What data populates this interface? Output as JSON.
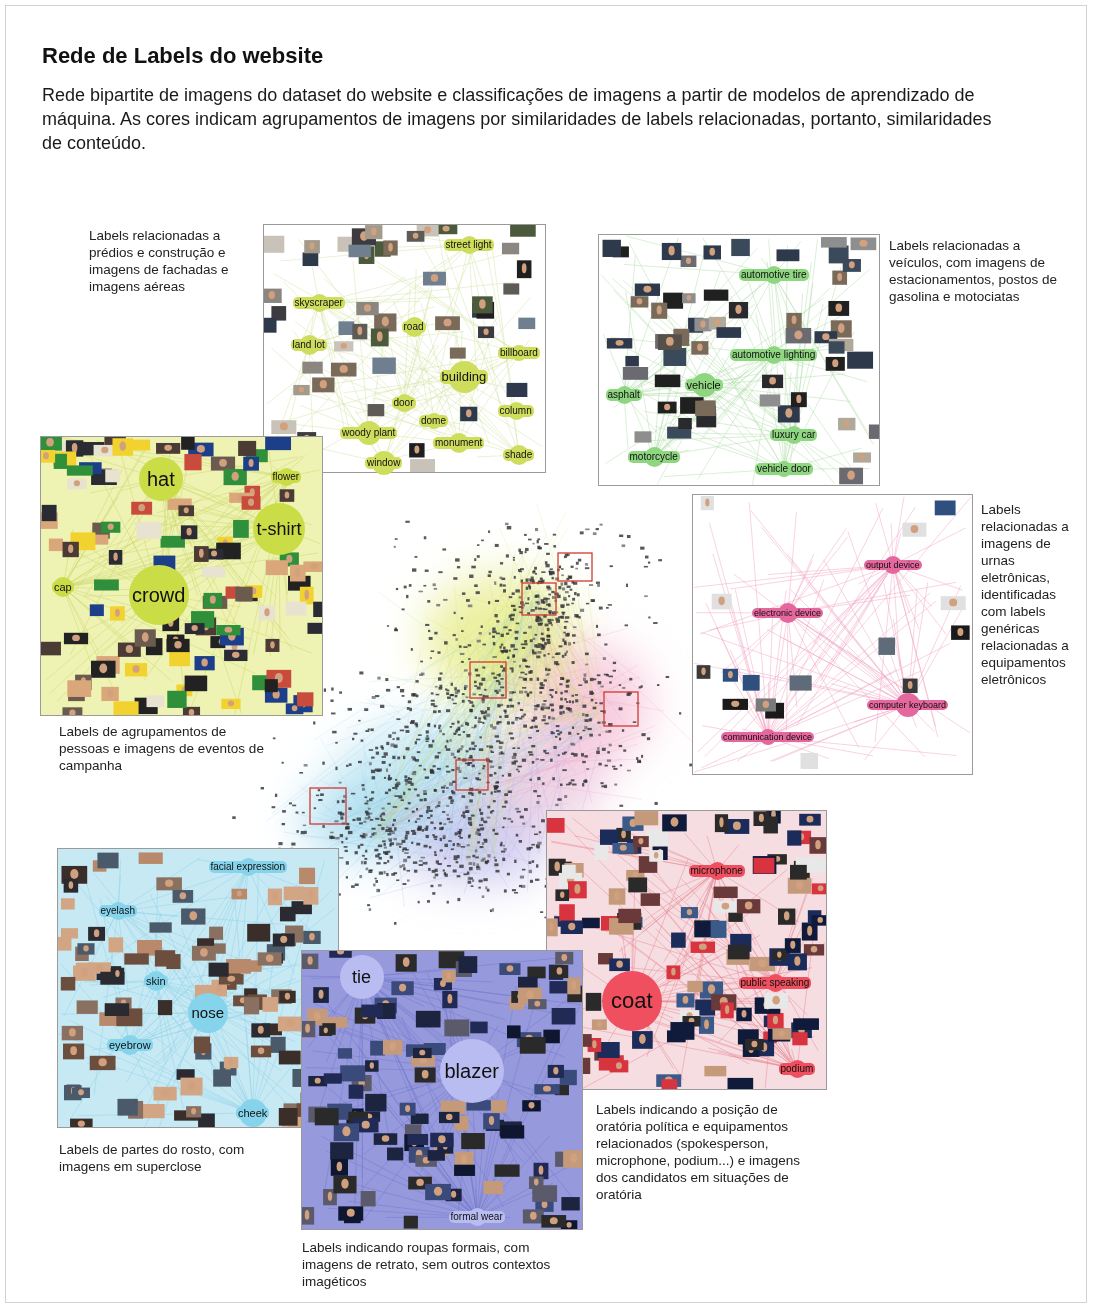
{
  "diagram": {
    "title": "Rede de Labels do website",
    "caption": "Rede bipartite de imagens do dataset do website e classificações de imagens a partir de modelos de aprendizado de máquina. As cores indicam agrupamentos de imagens por similaridades de labels relacionadas, portanto, similaridades de conteúdo.",
    "nodes": [
      {
        "text": [
          "Labels relacionadas a prédios e construção e imagens de fachadas e imagens aéreas"
        ]
      },
      {
        "text": [
          "street light"
        ],
        "in": 0
      },
      {
        "text": [
          "skyscraper"
        ],
        "in": 0
      },
      {
        "text": [
          "land lot"
        ],
        "in": 0
      },
      {
        "text": [
          "road"
        ],
        "in": 0
      },
      {
        "text": [
          "building"
        ],
        "in": 0
      },
      {
        "text": [
          "billboard"
        ],
        "in": 0
      },
      {
        "text": [
          "door"
        ],
        "in": 0
      },
      {
        "text": [
          "woody plant"
        ],
        "in": 0
      },
      {
        "text": [
          "dome"
        ],
        "in": 0
      },
      {
        "text": [
          "monument"
        ],
        "in": 0
      },
      {
        "text": [
          "column"
        ],
        "in": 0
      },
      {
        "text": [
          "window"
        ],
        "in": 0
      },
      {
        "text": [
          "shade"
        ],
        "in": 0
      },
      {
        "text": [
          "Labels relacionadas a veículos, com imagens de estacionamentos, postos de gasolina e motociatas"
        ]
      },
      {
        "text": [
          "automotive tire"
        ],
        "in": 14
      },
      {
        "text": [
          "automotive lighting"
        ],
        "in": 14
      },
      {
        "text": [
          "vehicle"
        ],
        "in": 14
      },
      {
        "text": [
          "asphalt"
        ],
        "in": 14
      },
      {
        "text": [
          "luxury car"
        ],
        "in": 14
      },
      {
        "text": [
          "motorcycle"
        ],
        "in": 14
      },
      {
        "text": [
          "vehicle door"
        ],
        "in": 14
      },
      {
        "text": [
          "Labels de agrupamentos de pessoas e imagens de eventos de campanha"
        ]
      },
      {
        "text": [
          "hat"
        ],
        "in": 22
      },
      {
        "text": [
          "flower"
        ],
        "in": 22
      },
      {
        "text": [
          "t-shirt"
        ],
        "in": 22
      },
      {
        "text": [
          "cap"
        ],
        "in": 22
      },
      {
        "text": [
          "crowd"
        ],
        "in": 22
      },
      {
        "text": [
          "Labels relacionadas a imagens de urnas eletrônicas, identificadas com labels genéricas relacionadas a equipamentos eletrônicos"
        ]
      },
      {
        "text": [
          "output device"
        ],
        "in": 28
      },
      {
        "text": [
          "electronic device"
        ],
        "in": 28
      },
      {
        "text": [
          "computer keyboard"
        ],
        "in": 28
      },
      {
        "text": [
          "communication device"
        ],
        "in": 28
      },
      {
        "text": [
          "Labels indicando a posição de oratória política e equipamentos relacionados (spokesperson, microphone, podium...) e imagens dos candidatos em situações de oratória"
        ]
      },
      {
        "text": [
          "microphone"
        ],
        "in": 33
      },
      {
        "text": [
          "public speaking"
        ],
        "in": 33
      },
      {
        "text": [
          "coat"
        ],
        "in": 33
      },
      {
        "text": [
          "podium"
        ],
        "in": 33
      },
      {
        "text": [
          "Labels de partes do rosto, com imagens em superclose"
        ]
      },
      {
        "text": [
          "facial expression"
        ],
        "in": 38
      },
      {
        "text": [
          "eyelash"
        ],
        "in": 38
      },
      {
        "text": [
          "skin"
        ],
        "in": 38
      },
      {
        "text": [
          "nose"
        ],
        "in": 38
      },
      {
        "text": [
          "eyebrow"
        ],
        "in": 38
      },
      {
        "text": [
          "cheek"
        ],
        "in": 38
      },
      {
        "text": [
          "Labels indicando roupas formais, com imagens de retrato, sem outros contextos imagéticos"
        ]
      },
      {
        "text": [
          "tie"
        ],
        "in": 45
      },
      {
        "text": [
          "blazer"
        ],
        "in": 45
      },
      {
        "text": [
          "formal wear"
        ],
        "in": 45
      }
    ]
  }
}
